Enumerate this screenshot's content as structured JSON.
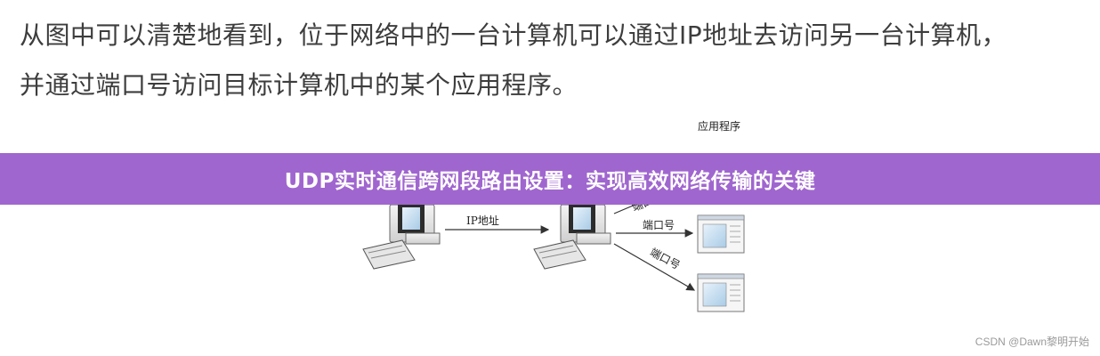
{
  "paragraph": {
    "line1": "从图中可以清楚地看到，位于网络中的一台计算机可以通过IP地址去访问另一台计算机，",
    "line2": "并通过端口号访问目标计算机中的某个应用程序。"
  },
  "diagram": {
    "app_label": "应用程序",
    "ip_label": "IP地址",
    "port_label_1": "端口号",
    "port_label_2": "端口号",
    "port_label_3": "端口号"
  },
  "banner": {
    "title": "UDP实时通信跨网段路由设置：实现高效网络传输的关键"
  },
  "watermark": "CSDN @Dawn黎明开始",
  "colors": {
    "banner_bg": "#a066cf",
    "banner_text": "#ffffff",
    "body_text": "#3d3d3d"
  }
}
